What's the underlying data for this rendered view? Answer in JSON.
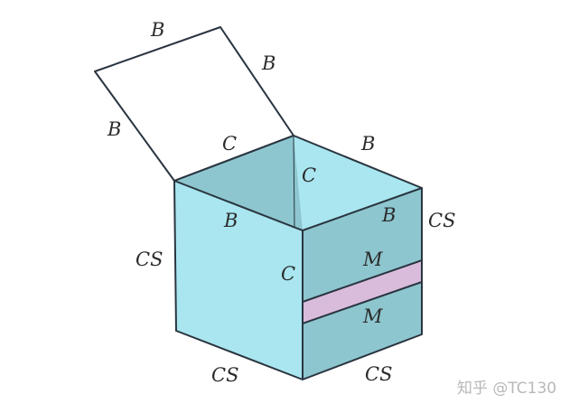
{
  "colors": {
    "cyan": "#a9e6ef",
    "teal": "#8dc6cf",
    "pink": "#d9bcdc",
    "edge": "#2a3540"
  },
  "labels": {
    "lid_top": "B",
    "lid_right": "B",
    "lid_left": "B",
    "lid_hinge": "C",
    "inner_corner": "C",
    "back_right": "B",
    "front_rim": "B",
    "right_rim": "B",
    "left_face": "CS",
    "right_top": "CS",
    "front_edge": "C",
    "m_upper": "M",
    "m_lower": "M",
    "bottom_left": "CS",
    "bottom_right": "CS"
  },
  "watermark": "知乎 @TC130"
}
